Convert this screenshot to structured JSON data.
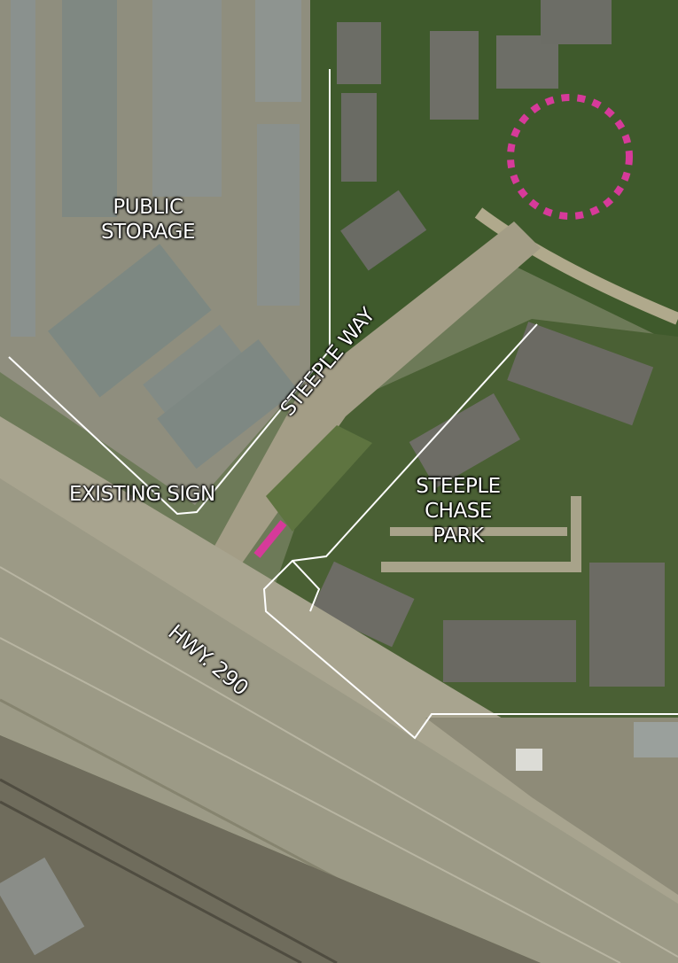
{
  "map": {
    "labels": {
      "public_storage": [
        "PUBLIC",
        "STORAGE"
      ],
      "steeple_way": "STEEPLE WAY",
      "existing_sign": "EXISTING SIGN",
      "steeple_chase_park": [
        "STEEPLE",
        "CHASE",
        "PARK"
      ],
      "hwy_290": "HWY. 290"
    },
    "colors": {
      "boundary": "#ffffff",
      "marker": "#d63a9a",
      "highway": "#9c9a86",
      "vegetation": "#3f5a2c",
      "roof": "#8c8f8a"
    }
  }
}
